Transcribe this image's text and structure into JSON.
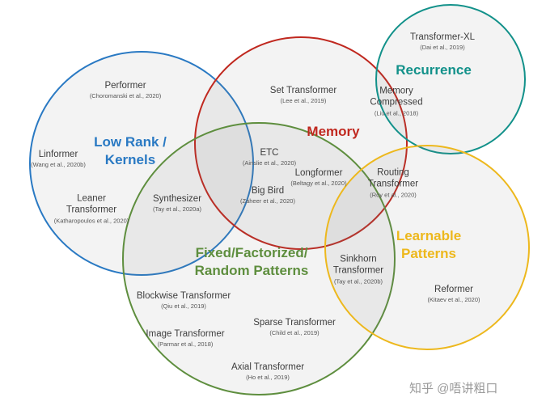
{
  "groups": {
    "low_rank": {
      "label": "Low Rank /\nKernels",
      "color": "#2979c3"
    },
    "memory": {
      "label": "Memory",
      "color": "#c0281f"
    },
    "recurrence": {
      "label": "Recurrence",
      "color": "#12918a"
    },
    "fixed": {
      "label": "Fixed/Factorized/\nRandom Patterns",
      "color": "#5e8e3e"
    },
    "learnable": {
      "label": "Learnable\nPatterns",
      "color": "#edb81d"
    }
  },
  "entries": [
    {
      "name": "Performer",
      "cite": "(Choromanski et al., 2020)"
    },
    {
      "name": "Linformer",
      "cite": "(Wang et al., 2020b)"
    },
    {
      "name": "Leaner\nTransformer",
      "cite": "(Katharopoulos et al., 2020)"
    },
    {
      "name": "Synthesizer",
      "cite": "(Tay et al., 2020a)"
    },
    {
      "name": "Set Transformer",
      "cite": "(Lee et al., 2019)"
    },
    {
      "name": "ETC",
      "cite": "(Ainslie et al., 2020)"
    },
    {
      "name": "Longformer",
      "cite": "(Beltagy et al., 2020)"
    },
    {
      "name": "Big Bird",
      "cite": "(Zaheer et al., 2020)"
    },
    {
      "name": "Memory\nCompressed",
      "cite": "(Liu et al., 2018)"
    },
    {
      "name": "Transformer-XL",
      "cite": "(Dai et al., 2019)"
    },
    {
      "name": "Routing\nTransformer",
      "cite": "(Roy et al., 2020)"
    },
    {
      "name": "Sinkhorn\nTransformer",
      "cite": "(Tay et al., 2020b)"
    },
    {
      "name": "Reformer",
      "cite": "(Kitaev et al., 2020)"
    },
    {
      "name": "Blockwise Transformer",
      "cite": "(Qiu et al., 2019)"
    },
    {
      "name": "Image Transformer",
      "cite": "(Parmar et al., 2018)"
    },
    {
      "name": "Sparse Transformer",
      "cite": "(Child et al., 2019)"
    },
    {
      "name": "Axial Transformer",
      "cite": "(Ho et al., 2019)"
    }
  ],
  "watermark": "知乎 @唔讲粗口"
}
